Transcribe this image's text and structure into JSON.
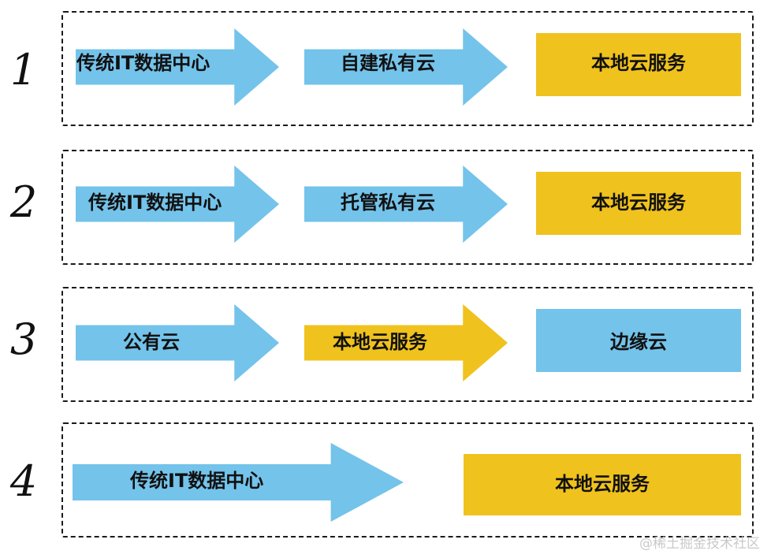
{
  "rows": [
    {
      "number": "1",
      "steps": [
        "传统IT数据中心",
        "自建私有云",
        "本地云服务"
      ]
    },
    {
      "number": "2",
      "steps": [
        "传统IT数据中心",
        "托管私有云",
        "本地云服务"
      ]
    },
    {
      "number": "3",
      "steps": [
        "公有云",
        "本地云服务",
        "边缘云"
      ]
    },
    {
      "number": "4",
      "steps": [
        "传统IT数据中心",
        "本地云服务"
      ]
    }
  ],
  "watermark": "@稀土掘金技术社区",
  "colors": {
    "blue": "#74c3ea",
    "gold": "#f0c21d",
    "border": "#1a1a1a"
  }
}
